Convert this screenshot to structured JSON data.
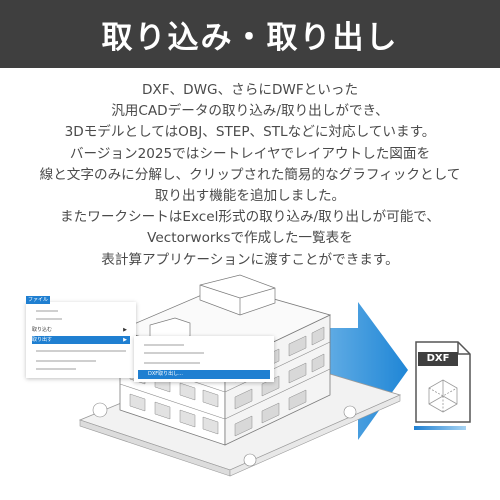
{
  "header": {
    "title": "取り込み・取り出し",
    "bg_color": "#3f3f3f"
  },
  "description": {
    "lines": [
      "DXF、DWG、さらにDWFといった",
      "汎用CADデータの取り込み/取り出しができ、",
      "3DモデルとしてはOBJ、STEP、STLなどに対応しています。",
      "バージョン2025ではシートレイヤでレイアウトした図面を",
      "線と文字のみに分解し、クリップされた簡易的なグラフィックとして",
      "取り出す機能を追加しました。",
      "またワークシートはExcel形式の取り込み/取り出しが可能で、",
      "Vectorworksで作成した一覧表を",
      "表計算アプリケーションに渡すことができます。"
    ]
  },
  "menu": {
    "tab_label": "ファイル",
    "items": [
      {
        "label": "取り込む",
        "arrow": "▶"
      },
      {
        "label": "取り出す",
        "arrow": "▶"
      }
    ],
    "submenu_item": "DXF取り出し..."
  },
  "file_icon": {
    "label": "DXF",
    "accent_color": "#1f7fd1"
  }
}
